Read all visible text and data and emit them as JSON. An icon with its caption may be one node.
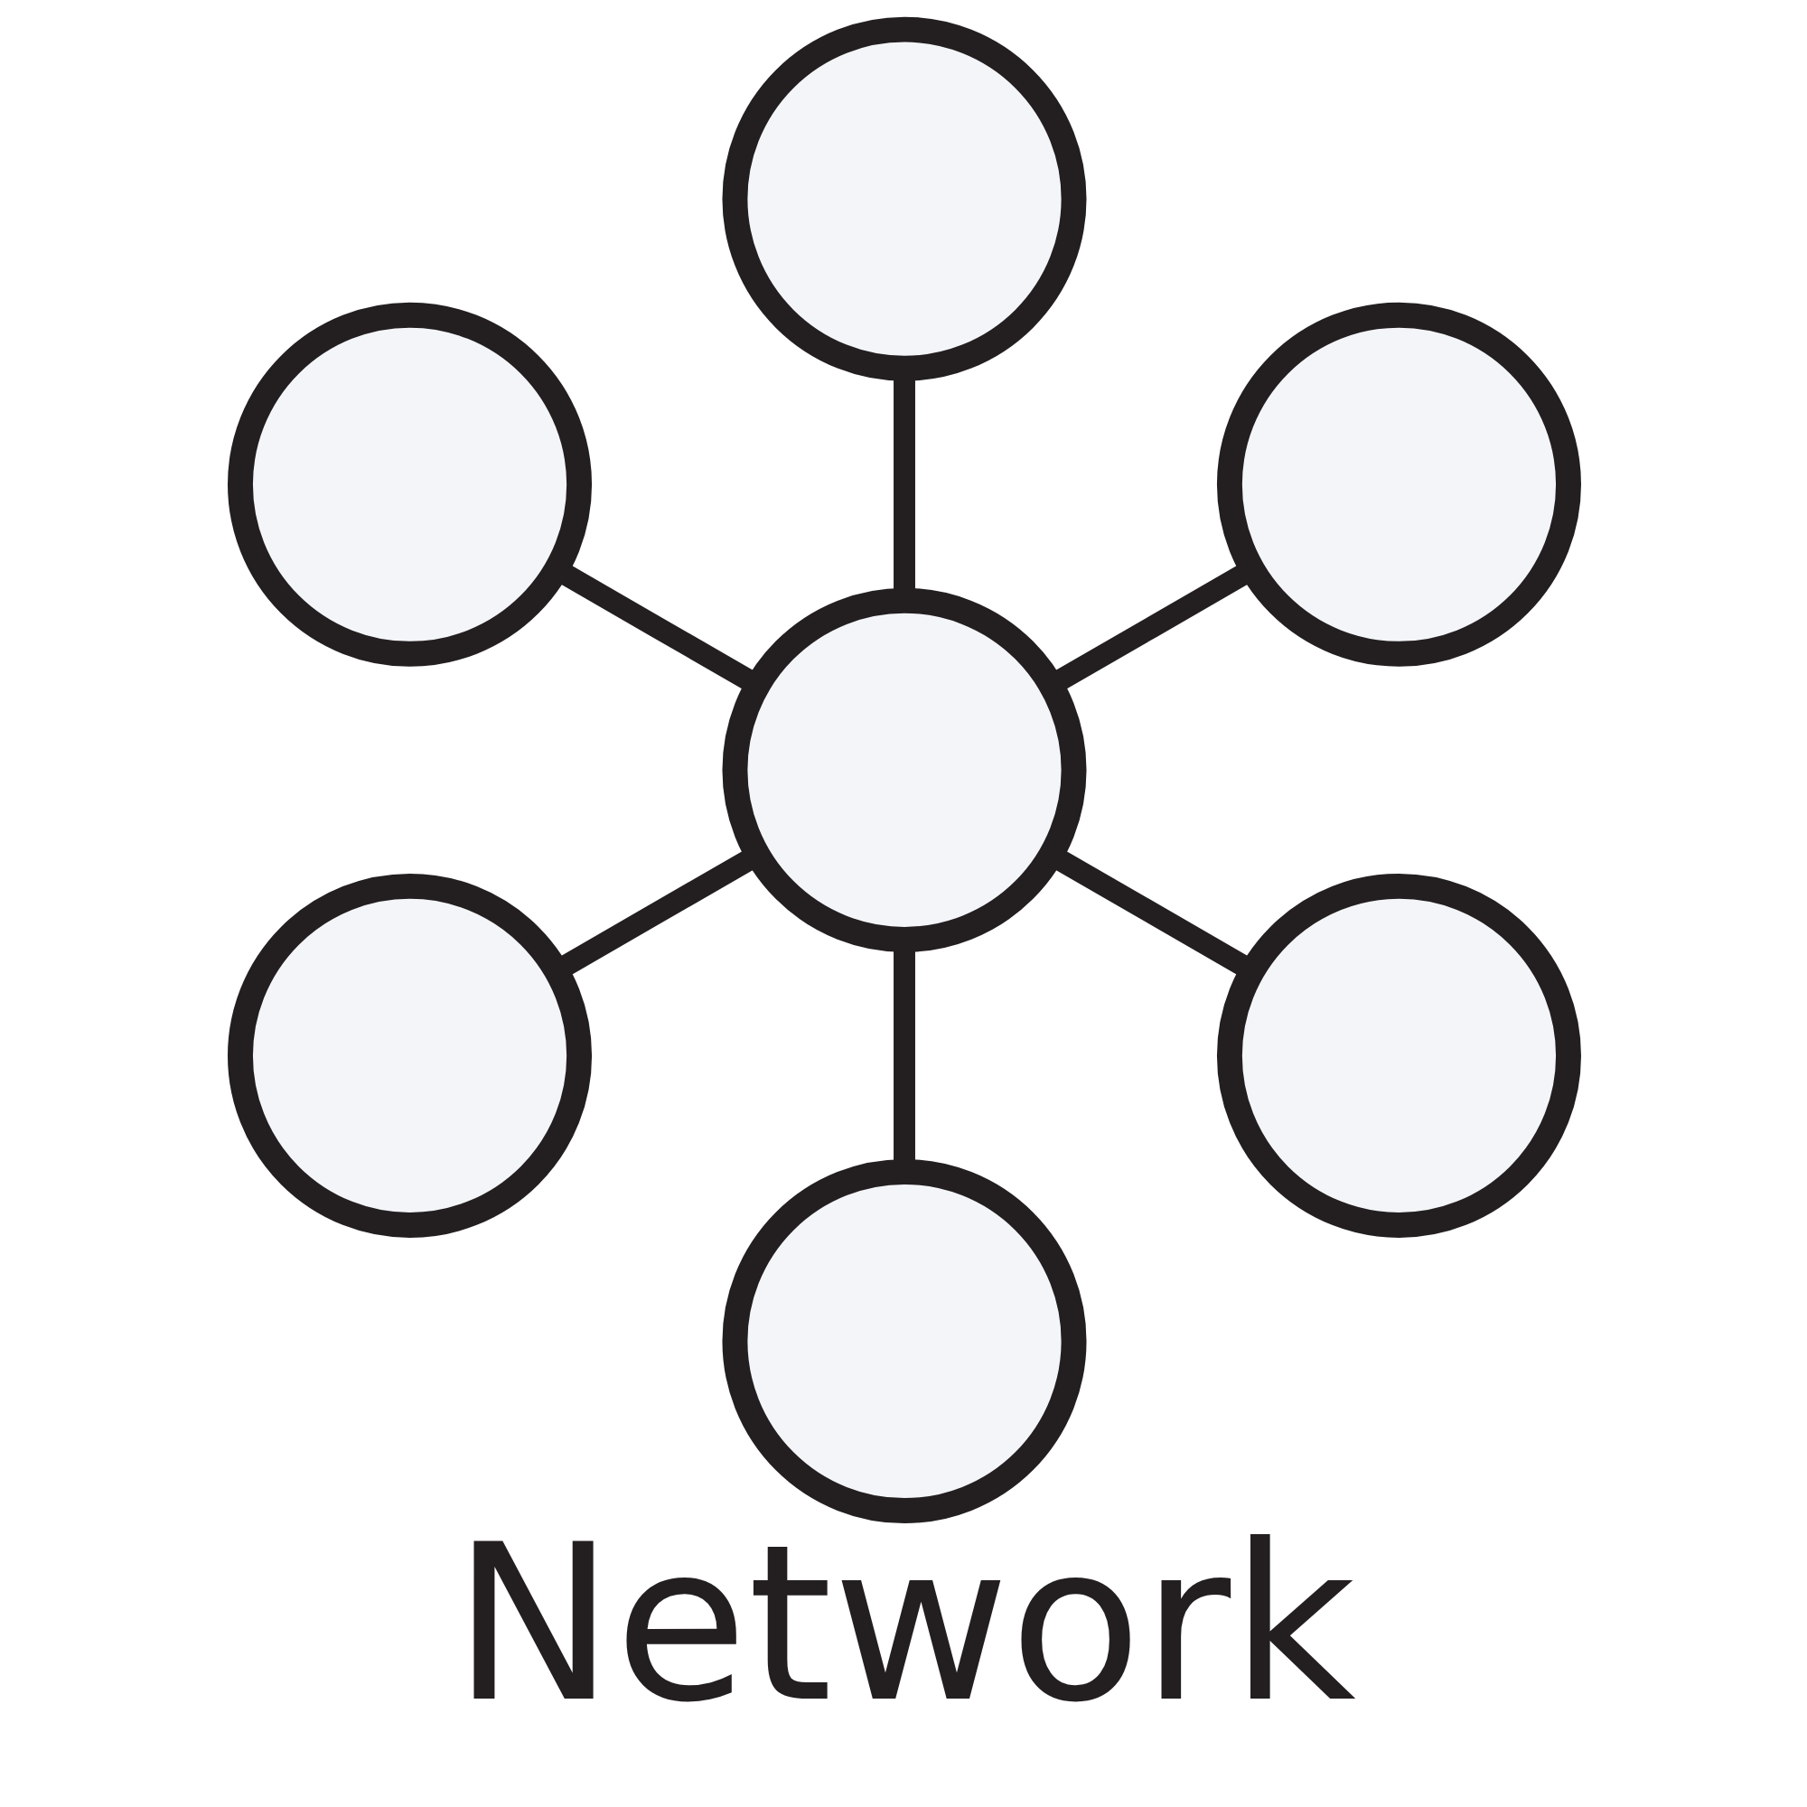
{
  "diagram": {
    "title": "Network",
    "nodes": [
      {
        "text": [],
        "shape": "circle"
      },
      {
        "text": [],
        "shape": "circle"
      },
      {
        "text": [],
        "shape": "circle"
      },
      {
        "text": [],
        "shape": "circle"
      },
      {
        "text": [],
        "shape": "circle"
      },
      {
        "text": [],
        "shape": "circle"
      },
      {
        "text": [],
        "shape": "circle"
      }
    ],
    "edges": [
      {
        "from": 3,
        "to": 0,
        "arrow": "none"
      },
      {
        "from": 3,
        "to": 1,
        "arrow": "none"
      },
      {
        "from": 3,
        "to": 2,
        "arrow": "none"
      },
      {
        "from": 3,
        "to": 4,
        "arrow": "none"
      },
      {
        "from": 3,
        "to": 5,
        "arrow": "none"
      },
      {
        "from": 3,
        "to": 6,
        "arrow": "none"
      }
    ]
  }
}
